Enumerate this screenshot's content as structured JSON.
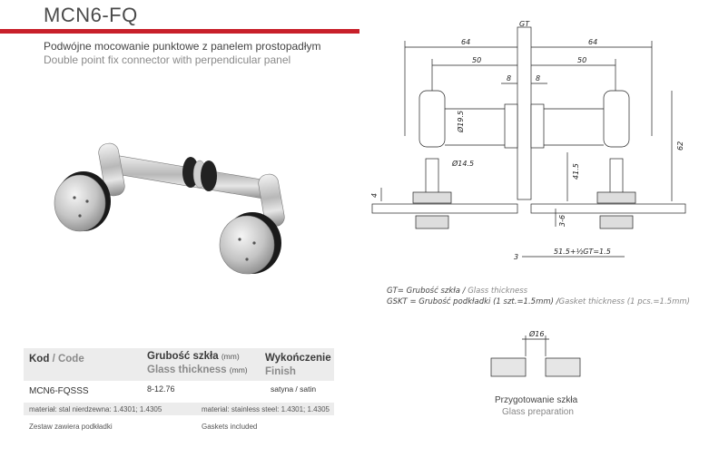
{
  "header": {
    "title": "MCN6-FQ",
    "subtitle_pl": "Podwójne mocowanie punktowe z panelem prostopadłym",
    "subtitle_en": "Double point fix connector with perpendicular panel"
  },
  "table": {
    "col_code_pl": "Kod",
    "col_code_sep": "/",
    "col_code_en": "Code",
    "col_glass_pl": "Grubość szkła",
    "col_glass_pl_unit": "(mm)",
    "col_glass_en": "Glass thickness",
    "col_glass_en_unit": "(mm)",
    "col_finish_pl": "Wykończenie",
    "col_finish_en": "Finish",
    "row": {
      "code": "MCN6-FQSSS",
      "thickness": "8-12.76",
      "finish": "satyna / satin"
    },
    "material_pl": "materiał: stal nierdzewna: 1.4301; 1.4305",
    "material_en": "material: stainless steel: 1.4301; 1.4305",
    "gaskets_pl": "Zestaw zawiera podkładki",
    "gaskets_en": "Gaskets included"
  },
  "drawing": {
    "dims": {
      "top_left": "64",
      "top_right": "64",
      "inner_left": "50",
      "inner_right": "50",
      "gt": "GT",
      "eight_a": "8",
      "eight_b": "8",
      "dia_19_5": "Ø19.5",
      "dia_14_5": "Ø14.5",
      "h62": "62",
      "h41_5": "41.5",
      "h4": "4",
      "h3_6": "3-6",
      "h3": "3",
      "bottom": "51.5+½GT=1.5"
    },
    "legend_gt_pl": "GT= Grubość szkła",
    "legend_gt_en": "Glass thickness",
    "legend_gskt_pl": "GSKT = Grubość podkładki (1 szt.=1.5mm)",
    "legend_gskt_en": "Gasket thickness (1 pcs.=1.5mm)",
    "prep_dia": "Ø16",
    "prep_pl": "Przygotowanie szkła",
    "prep_en": "Glass preparation"
  }
}
